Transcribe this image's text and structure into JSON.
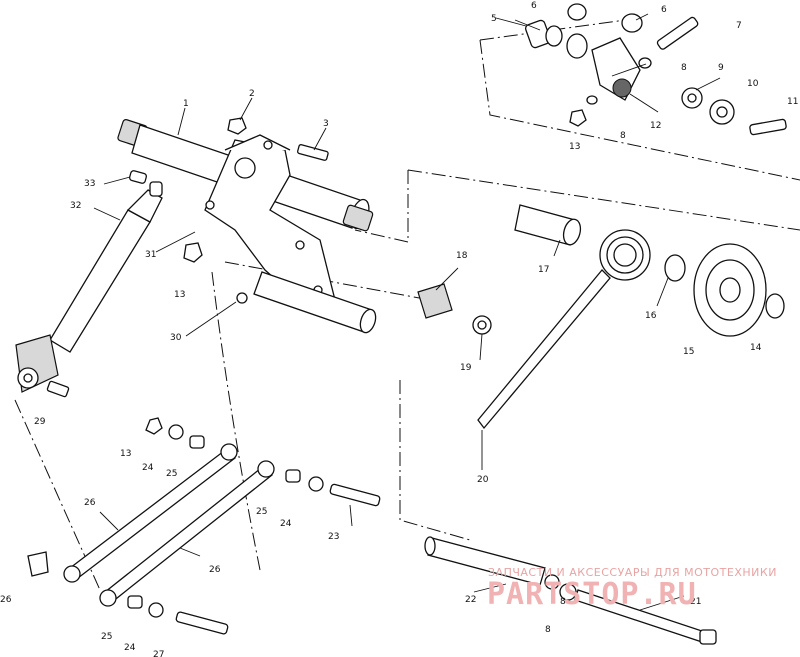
{
  "callouts": {
    "c1": "1",
    "c2": "2",
    "c3": "3",
    "c5": "5",
    "c6a": "6",
    "c6b": "6",
    "c7": "7",
    "c8a": "8",
    "c8b": "8",
    "c8c": "8",
    "c8d": "8",
    "c9": "9",
    "c10": "10",
    "c11": "11",
    "c12": "12",
    "c13a": "13",
    "c13b": "13",
    "c13c": "13",
    "c14": "14",
    "c15": "15",
    "c16": "16",
    "c17": "17",
    "c18": "18",
    "c19": "19",
    "c20": "20",
    "c21": "21",
    "c22": "22",
    "c23": "23",
    "c24a": "24",
    "c24b": "24",
    "c24c": "24",
    "c25a": "25",
    "c25b": "25",
    "c25c": "25",
    "c26a": "26",
    "c26b": "26",
    "c26c": "26",
    "c27": "27",
    "c29": "29",
    "c30": "30",
    "c31": "31",
    "c32": "32",
    "c33": "33"
  },
  "watermark": {
    "tagline": "ЗАПЧАСТИ И АКСЕССУАРЫ ДЛЯ МОТОТЕХНИКИ",
    "brand": "PARTSTOP.RU"
  }
}
